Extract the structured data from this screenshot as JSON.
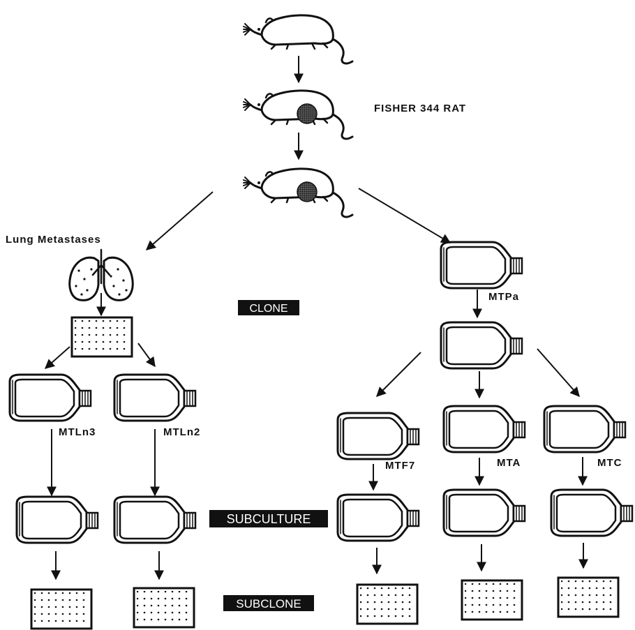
{
  "diagram": {
    "subject_label": "FISHER 344 RAT",
    "lung_label": "Lung Metastases",
    "step_labels": {
      "clone": "CLONE",
      "subculture": "SUBCULTURE",
      "subclone": "SUBCLONE"
    },
    "cell_lines": {
      "mtln3": "MTLn3",
      "mtln2": "MTLn2",
      "mtpa": "MTPa",
      "mtf7": "MTF7",
      "mta": "MTA",
      "mtc": "MTC"
    },
    "colors": {
      "ink": "#111111",
      "label_box": "#111111",
      "label_box_text": "#ffffff",
      "tumor": "#333333"
    }
  }
}
